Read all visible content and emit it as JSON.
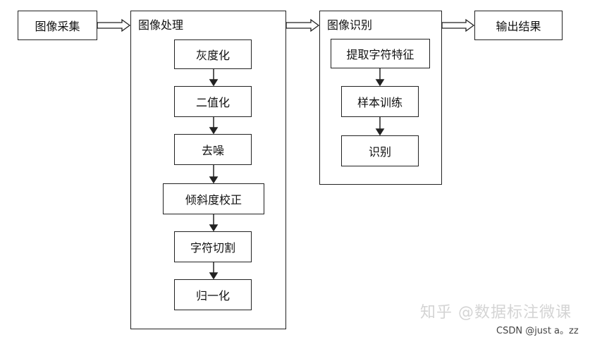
{
  "nodes": {
    "acquisition": "图像采集",
    "processing_title": "图像处理",
    "grayscale": "灰度化",
    "binarize": "二值化",
    "denoise": "去噪",
    "skew_correct": "倾斜度校正",
    "char_segment": "字符切割",
    "normalize": "归一化",
    "recognition_title": "图像识别",
    "feature_extract": "提取字符特征",
    "sample_train": "样本训练",
    "identify": "识别",
    "output": "输出结果"
  },
  "watermarks": {
    "zhihu": "知乎 @数据标注微课",
    "csdn": "CSDN @just a。zz"
  }
}
